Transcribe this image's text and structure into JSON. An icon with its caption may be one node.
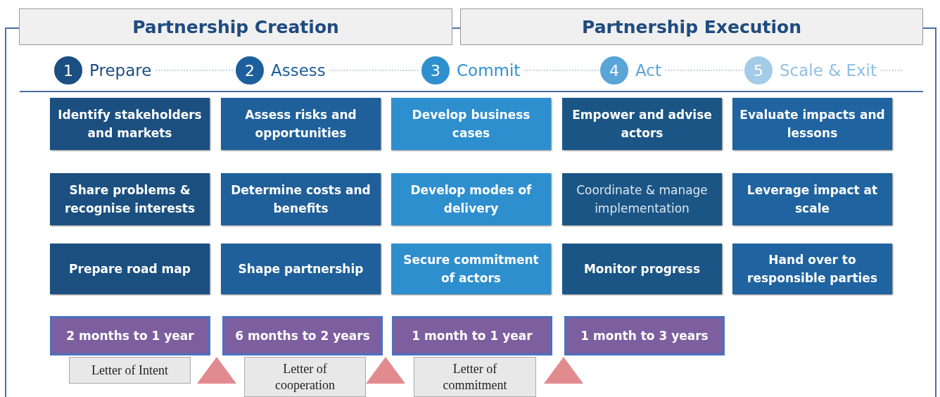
{
  "diagram": {
    "nodes": [
      {
        "text": [
          "Partnership Creation"
        ]
      },
      {
        "text": [
          "Partnership Execution"
        ]
      },
      {
        "text": [
          "1",
          "Prepare"
        ]
      },
      {
        "text": [
          "2",
          "Assess"
        ]
      },
      {
        "text": [
          "3",
          "Commit"
        ]
      },
      {
        "text": [
          "4",
          "Act"
        ]
      },
      {
        "text": [
          "5",
          "Scale & Exit"
        ]
      },
      {
        "text": [
          "Identify stakeholders and markets"
        ]
      },
      {
        "text": [
          "Assess risks and opportunities"
        ]
      },
      {
        "text": [
          "Develop business cases"
        ]
      },
      {
        "text": [
          "Empower and advise actors"
        ]
      },
      {
        "text": [
          "Evaluate impacts and lessons"
        ]
      },
      {
        "text": [
          "Share problems & recognise interests"
        ]
      },
      {
        "text": [
          "Determine costs and benefits"
        ]
      },
      {
        "text": [
          "Develop modes of delivery"
        ]
      },
      {
        "text": [
          "Coordinate & manage implementation"
        ]
      },
      {
        "text": [
          "Leverage impact at scale"
        ]
      },
      {
        "text": [
          "Prepare road map"
        ]
      },
      {
        "text": [
          "Shape partnership"
        ]
      },
      {
        "text": [
          "Secure commitment of actors"
        ]
      },
      {
        "text": [
          "Monitor progress"
        ]
      },
      {
        "text": [
          "Hand over to responsible parties"
        ]
      },
      {
        "text": [
          "2 months to 1 year"
        ]
      },
      {
        "text": [
          "6 months to 2 years"
        ]
      },
      {
        "text": [
          "1 month to 1 year"
        ]
      },
      {
        "text": [
          "1 month to 3 years"
        ]
      },
      {
        "text": [
          "Letter of Intent"
        ]
      },
      {
        "text": [
          "Letter of cooperation"
        ]
      },
      {
        "text": [
          "Letter of commitment"
        ]
      },
      {
        "text": [],
        "shape": "triangle"
      },
      {
        "text": [],
        "shape": "triangle"
      },
      {
        "text": [],
        "shape": "triangle"
      }
    ],
    "edges": [
      {
        "from": 2,
        "to": 3,
        "arrow": "none",
        "style": "dashed"
      },
      {
        "from": 3,
        "to": 4,
        "arrow": "none",
        "style": "dashed"
      },
      {
        "from": 4,
        "to": 5,
        "arrow": "none",
        "style": "dashed"
      },
      {
        "from": 5,
        "to": 6,
        "arrow": "none",
        "style": "dashed"
      },
      {
        "from": 6,
        "to": null,
        "arrow": "none",
        "style": "dashed"
      }
    ]
  }
}
